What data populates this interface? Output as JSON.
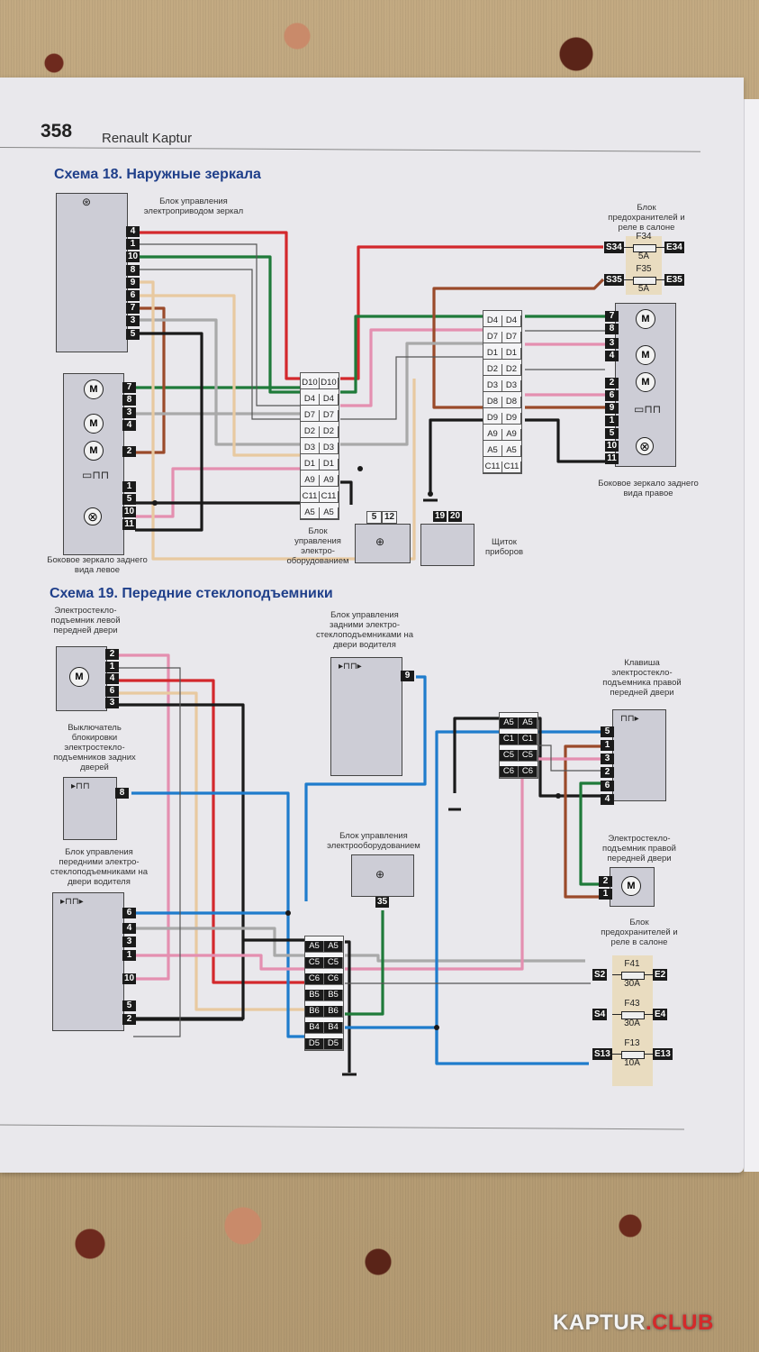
{
  "page": {
    "number": "358",
    "book_title": "Renault Kaptur",
    "watermark": {
      "main": "KAPTUR",
      "accent": ".CLUB",
      "accent_color": "#d42a2a"
    }
  },
  "schema18": {
    "title": "Схема 18. Наружные зеркала",
    "mirror_control_unit": {
      "label": "Блок управления электроприводом зеркал",
      "pins": [
        "4",
        "1",
        "10",
        "8",
        "9",
        "6",
        "7",
        "3",
        "5"
      ]
    },
    "fuse_box": {
      "label": "Блок предохранителей и реле в салоне",
      "fuses": [
        {
          "in": "S34",
          "name": "F34",
          "rating": "5A",
          "out": "E34"
        },
        {
          "in": "S35",
          "name": "F35",
          "rating": "5A",
          "out": "E35"
        }
      ]
    },
    "connector_left": [
      "D10",
      "D4",
      "D7",
      "D2",
      "D3",
      "D1",
      "A9",
      "C11",
      "A5"
    ],
    "connector_right": [
      "D4",
      "D7",
      "D1",
      "D2",
      "D3",
      "D8",
      "D9",
      "A9",
      "A5",
      "C11"
    ],
    "left_mirror": {
      "label": "Боковое зеркало заднего вида левое",
      "pins": [
        "7",
        "8",
        "3",
        "4",
        "2",
        "1",
        "5",
        "10",
        "11"
      ]
    },
    "right_mirror": {
      "label": "Боковое зеркало заднего вида правое",
      "pins": [
        "7",
        "8",
        "3",
        "4",
        "2",
        "6",
        "9",
        "1",
        "5",
        "10",
        "11"
      ]
    },
    "body_control_unit": {
      "label": "Блок управления электро-оборудованием",
      "pins": [
        "5",
        "12"
      ]
    },
    "instrument_cluster": {
      "label": "Щиток приборов",
      "pins": [
        "19",
        "20"
      ]
    }
  },
  "schema19": {
    "title": "Схема 19. Передние стеклоподъемники",
    "left_front_motor": {
      "label": "Электростекло-подъемник левой передней двери",
      "pins": [
        "2",
        "1",
        "4",
        "6",
        "3"
      ]
    },
    "rear_lock_switch": {
      "label": "Выключатель блокировки электростекло-подъемников задних дверей",
      "pins": [
        "8"
      ]
    },
    "rear_control_unit": {
      "label": "Блок управления задними электро-стеклоподъемниками на двери водителя",
      "pins": [
        "9"
      ]
    },
    "front_control_unit": {
      "label": "Блок управления передними электро-стеклоподъемниками на двери водителя",
      "pins": [
        "6",
        "4",
        "3",
        "1",
        "10",
        "5",
        "2"
      ]
    },
    "body_control_unit": {
      "label": "Блок управления электрооборудованием",
      "pins": [
        "35"
      ]
    },
    "connector_center": [
      "A5",
      "C5",
      "C6",
      "B5",
      "B6",
      "B4",
      "D5"
    ],
    "connector_right": [
      "A5",
      "C1",
      "C5",
      "C6"
    ],
    "right_switch": {
      "label": "Клавиша электростекло-подъемника правой передней двери",
      "pins": [
        "5",
        "1",
        "3",
        "2",
        "6",
        "4"
      ]
    },
    "right_front_motor": {
      "label": "Электростекло-подъемник правой передней двери",
      "pins": [
        "2",
        "1"
      ]
    },
    "fuse_box": {
      "label": "Блок предохранителей и реле в салоне",
      "fuses": [
        {
          "in": "S2",
          "name": "F41",
          "rating": "30A",
          "out": "E2"
        },
        {
          "in": "S4",
          "name": "F43",
          "rating": "30A",
          "out": "E4"
        },
        {
          "in": "S13",
          "name": "F13",
          "rating": "10A",
          "out": "E13"
        }
      ]
    }
  },
  "symbols": {
    "motor": "M",
    "lamp": "⊗"
  },
  "wire_colors": {
    "red": "#d3282c",
    "green": "#1f7a3a",
    "pink": "#e48fb0",
    "beige": "#e8c9a0",
    "brown": "#9a4a2a",
    "black": "#1a1a1a",
    "grey": "#a9a9a9",
    "white": "#ffffff",
    "blue": "#1f7ccc"
  }
}
